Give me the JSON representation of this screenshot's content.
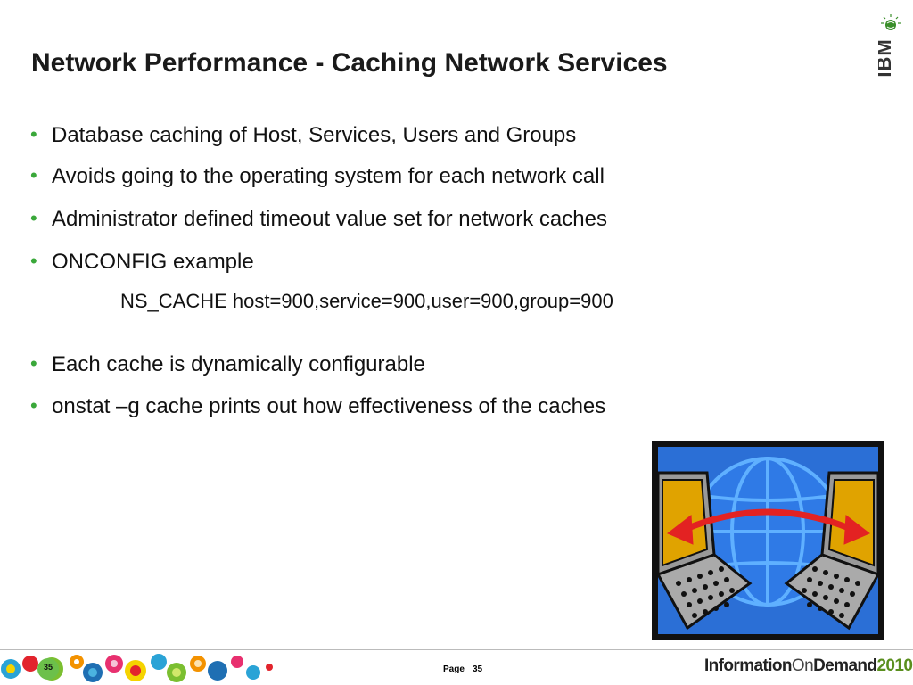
{
  "slide": {
    "title": "Network Performance - Caching Network Services",
    "bullets": [
      "Database caching of Host, Services, Users and Groups",
      "Avoids going to the operating system for each network call",
      "Administrator defined timeout value set for network caches",
      "ONCONFIG example",
      "Each cache is dynamically configurable",
      "onstat –g cache prints out how effectiveness of the caches"
    ],
    "code_line": "NS_CACHE host=900,service=900,user=900,group=900",
    "bullet_color": "#3aa83a"
  },
  "footer": {
    "page_badge": "35",
    "page_label": "Page",
    "page_number": "35",
    "brand": {
      "part1": "Information",
      "part2": "On",
      "part3": "Demand",
      "part4": "2010"
    }
  },
  "logo": {
    "text": "IBM",
    "icon": "ibm-globe-icon"
  },
  "clipart": {
    "icon": "network-computers-globe-icon"
  }
}
